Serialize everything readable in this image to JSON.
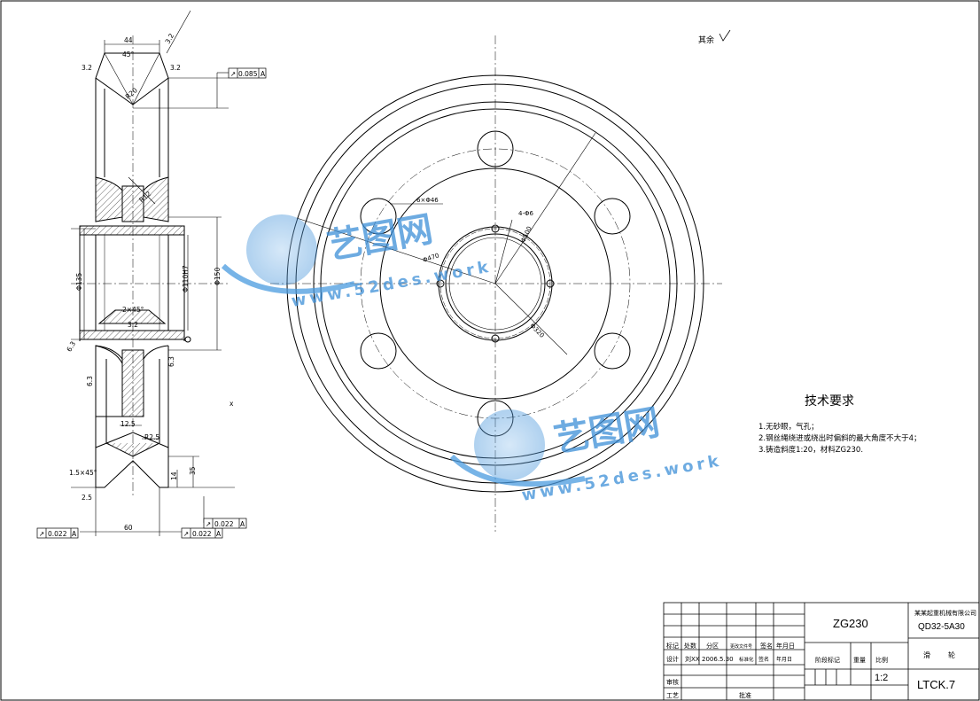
{
  "roughness_note": "其余",
  "tech": {
    "title": "技术要求",
    "items": [
      "1.无砂眼，气孔；",
      "2.钢丝绳绕进或绕出时偏斜的最大角度不大于4；",
      "3.铸造斜度1:20，材料ZG230."
    ]
  },
  "dims": {
    "top_width": "44",
    "groove_angle": "45°",
    "rough_left": "3.2",
    "rough_right": "3.2",
    "rough_top": "3.2",
    "groove_radius": "R20",
    "web_radius": "R12",
    "bore_left": "Φ135",
    "bore_h7": "Φ110H7",
    "hub_dia": "Φ150",
    "chamfer": "2×45°",
    "bore_rough": "3.2",
    "rough_6_3_a": "6.3",
    "rough_6_3_b": "6.3",
    "rough_6_3_c": "6.3",
    "dim_12_5": "12.5",
    "r2_5": "R2.5",
    "chamfer_bottom": "1.5×45°",
    "dim_2_5": "2.5",
    "dim_14": "14",
    "dim_35": "35",
    "dim_60": "60",
    "holes6": "6×Φ46",
    "holes4": "4-Φ6",
    "pcd_470": "Φ470",
    "pcd_inner": "Φ500",
    "pcd_outer": "Φ320",
    "x_mark": "x"
  },
  "tolerances": {
    "top_value": "0.085",
    "top_datum": "A",
    "bottom_left_value": "0.022",
    "bottom_left_datum": "A",
    "bottom_mid_value": "0.022",
    "bottom_mid_datum": "A",
    "bottom_right_value": "0.022",
    "bottom_right_datum": "A"
  },
  "title_block": {
    "material": "ZG230",
    "company_line1": "某某起重机械有限公司",
    "company_line2": "QD32-5A30",
    "part_name_1": "滑",
    "part_name_2": "轮",
    "drawing_no": "LTCK.7",
    "scale_label": "比例",
    "scale_value": "1:2",
    "stage_label": "阶段标记",
    "weight_label": "重量",
    "designer_label": "设计",
    "designer_name": "刘XX",
    "date": "2006.5.30",
    "std_label": "标准化",
    "sign_label": "签名",
    "date_label": "年月日",
    "mark_label": "标记",
    "count_label": "处数",
    "zone_label": "分区",
    "doc_label": "更改文件号",
    "review_label": "审核",
    "process_label": "工艺",
    "approve_label": "批准"
  },
  "watermark": {
    "brand": "艺图网",
    "url": "www.52des.work"
  }
}
